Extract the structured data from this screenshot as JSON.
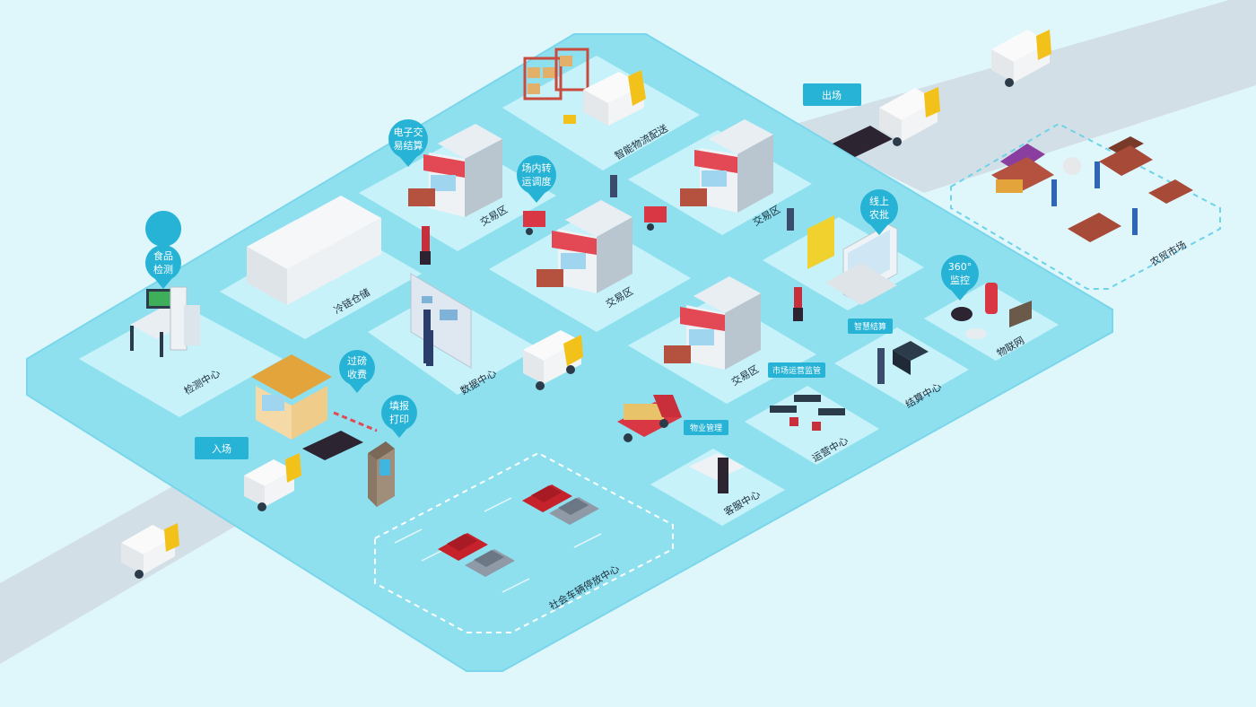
{
  "colors": {
    "background": "#dff6fb",
    "platform": "#8fe0ef",
    "road": "#d3dfe6",
    "tile": "#c6f1f8",
    "pin": "#27b3d6",
    "tag": "#27b3d6"
  },
  "entry_gate": {
    "label": "入场"
  },
  "exit_gate": {
    "label": "出场"
  },
  "pins": {
    "food_test": {
      "line1": "食品",
      "line2": "检测"
    },
    "e_trade": {
      "line1": "电子交",
      "line2": "易结算"
    },
    "transfer": {
      "line1": "场内转",
      "line2": "运调度"
    },
    "weigh": {
      "line1": "过磅",
      "line2": "收费"
    },
    "report": {
      "line1": "填报",
      "line2": "打印"
    },
    "online": {
      "line1": "线上",
      "line2": "农批"
    },
    "monitor": {
      "line1": "360°",
      "line2": "监控"
    }
  },
  "tags": {
    "smart_settle": "智慧结算",
    "market_ops": "市场运营监管",
    "property": "物业管理"
  },
  "zones": {
    "inspection": "检测中心",
    "cold_storage": "冷链仓储",
    "logistics": "智能物流配送",
    "trade_1": "交易区",
    "trade_2": "交易区",
    "trade_3": "交易区",
    "trade_4": "交易区",
    "data_center": "数据中心",
    "iot": "物联网",
    "settlement": "结算中心",
    "operations": "运营中心",
    "customer_service": "客服中心",
    "parking": "社会车辆停放中心",
    "farmers_market": "农贸市场"
  }
}
